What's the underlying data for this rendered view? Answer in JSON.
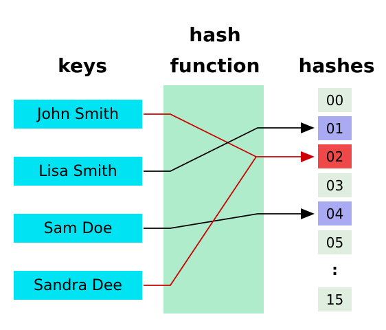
{
  "headings": {
    "keys": "keys",
    "hash_function_line1": "hash",
    "hash_function_line2": "function",
    "hashes": "hashes"
  },
  "keys": [
    "John Smith",
    "Lisa Smith",
    "Sam Doe",
    "Sandra Dee"
  ],
  "hashes": [
    {
      "label": "00",
      "color": "#dfeedf"
    },
    {
      "label": "01",
      "color": "#aaaaf3"
    },
    {
      "label": "02",
      "color": "#ee4848"
    },
    {
      "label": "03",
      "color": "#dfeedf"
    },
    {
      "label": "04",
      "color": "#aaaaf3"
    },
    {
      "label": "05",
      "color": "#dfeedf"
    },
    {
      "label": ":",
      "color": "#ffffff"
    },
    {
      "label": "15",
      "color": "#dfeedf"
    }
  ],
  "colors": {
    "key_fill": "#00e3f2",
    "hash_function_fill": "#aeeccb",
    "collision_line": "#cc0000",
    "normal_line": "#000000"
  },
  "mappings": [
    {
      "key": "John Smith",
      "hash": "02",
      "color": "#cc0000"
    },
    {
      "key": "Lisa Smith",
      "hash": "01",
      "color": "#000000"
    },
    {
      "key": "Sam Doe",
      "hash": "04",
      "color": "#000000"
    },
    {
      "key": "Sandra Dee",
      "hash": "02",
      "color": "#cc0000"
    }
  ]
}
